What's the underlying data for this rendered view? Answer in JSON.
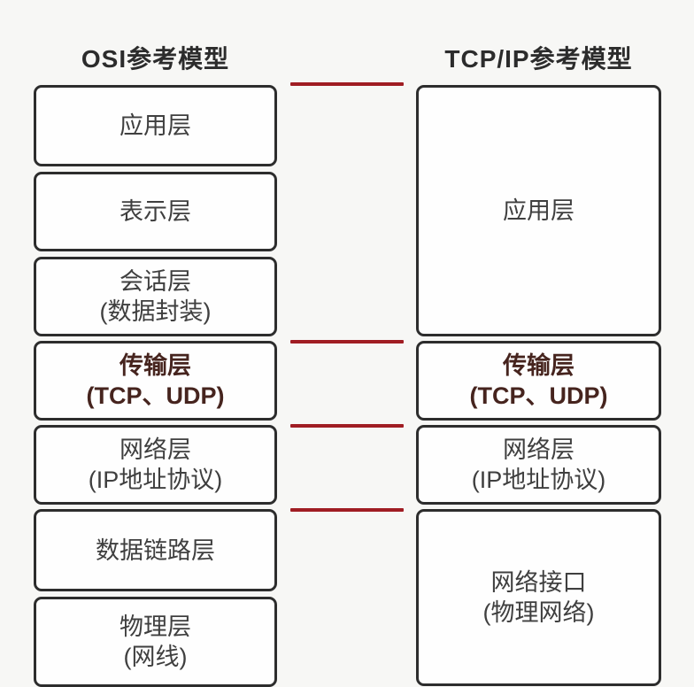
{
  "diagram": {
    "colors": {
      "accent_red": "#a01d23",
      "box_border": "#2d2d2d",
      "text": "#3f3f3f",
      "emphasis_text": "#46241e",
      "background": "#f7f7f5"
    },
    "osi": {
      "title": "OSI参考模型",
      "layers": [
        {
          "line1": "应用层"
        },
        {
          "line1": "表示层"
        },
        {
          "line1": "会话层",
          "line2": "(数据封装)"
        },
        {
          "line1": "传输层",
          "line2": "(TCP、UDP)",
          "emphasis": true
        },
        {
          "line1": "网络层",
          "line2": "(IP地址协议)"
        },
        {
          "line1": "数据链路层"
        },
        {
          "line1": "物理层",
          "line2": "(网线)"
        }
      ]
    },
    "tcpip": {
      "title": "TCP/IP参考模型",
      "layers": [
        {
          "line1": "应用层"
        },
        {
          "line1": "传输层",
          "line2": "(TCP、UDP)",
          "emphasis": true
        },
        {
          "line1": "网络层",
          "line2": "(IP地址协议)"
        },
        {
          "line1": "网络接口",
          "line2": "(物理网络)"
        }
      ]
    }
  }
}
